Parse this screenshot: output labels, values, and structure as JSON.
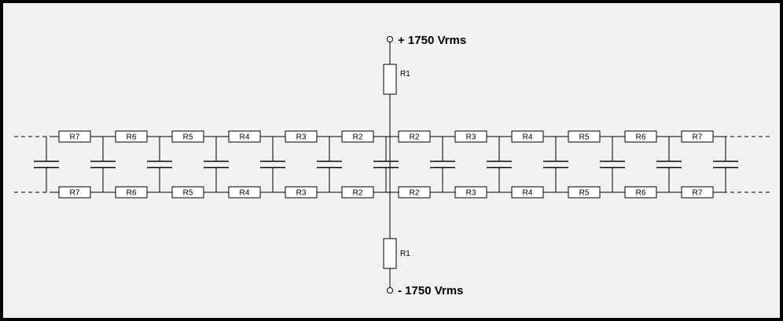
{
  "terminals": {
    "top": {
      "label": "+ 1750 Vrms"
    },
    "bottom": {
      "label": "- 1750 Vrms"
    }
  },
  "vertical_resistors": {
    "top": "R1",
    "bottom": "R1"
  },
  "line_resistors": {
    "top": [
      "R7",
      "R6",
      "R5",
      "R4",
      "R3",
      "R2",
      "R2",
      "R3",
      "R4",
      "R5",
      "R6",
      "R7"
    ],
    "bottom": [
      "R7",
      "R6",
      "R5",
      "R4",
      "R3",
      "R2",
      "R2",
      "R3",
      "R4",
      "R5",
      "R6",
      "R7"
    ]
  },
  "capacitor_count": 13
}
